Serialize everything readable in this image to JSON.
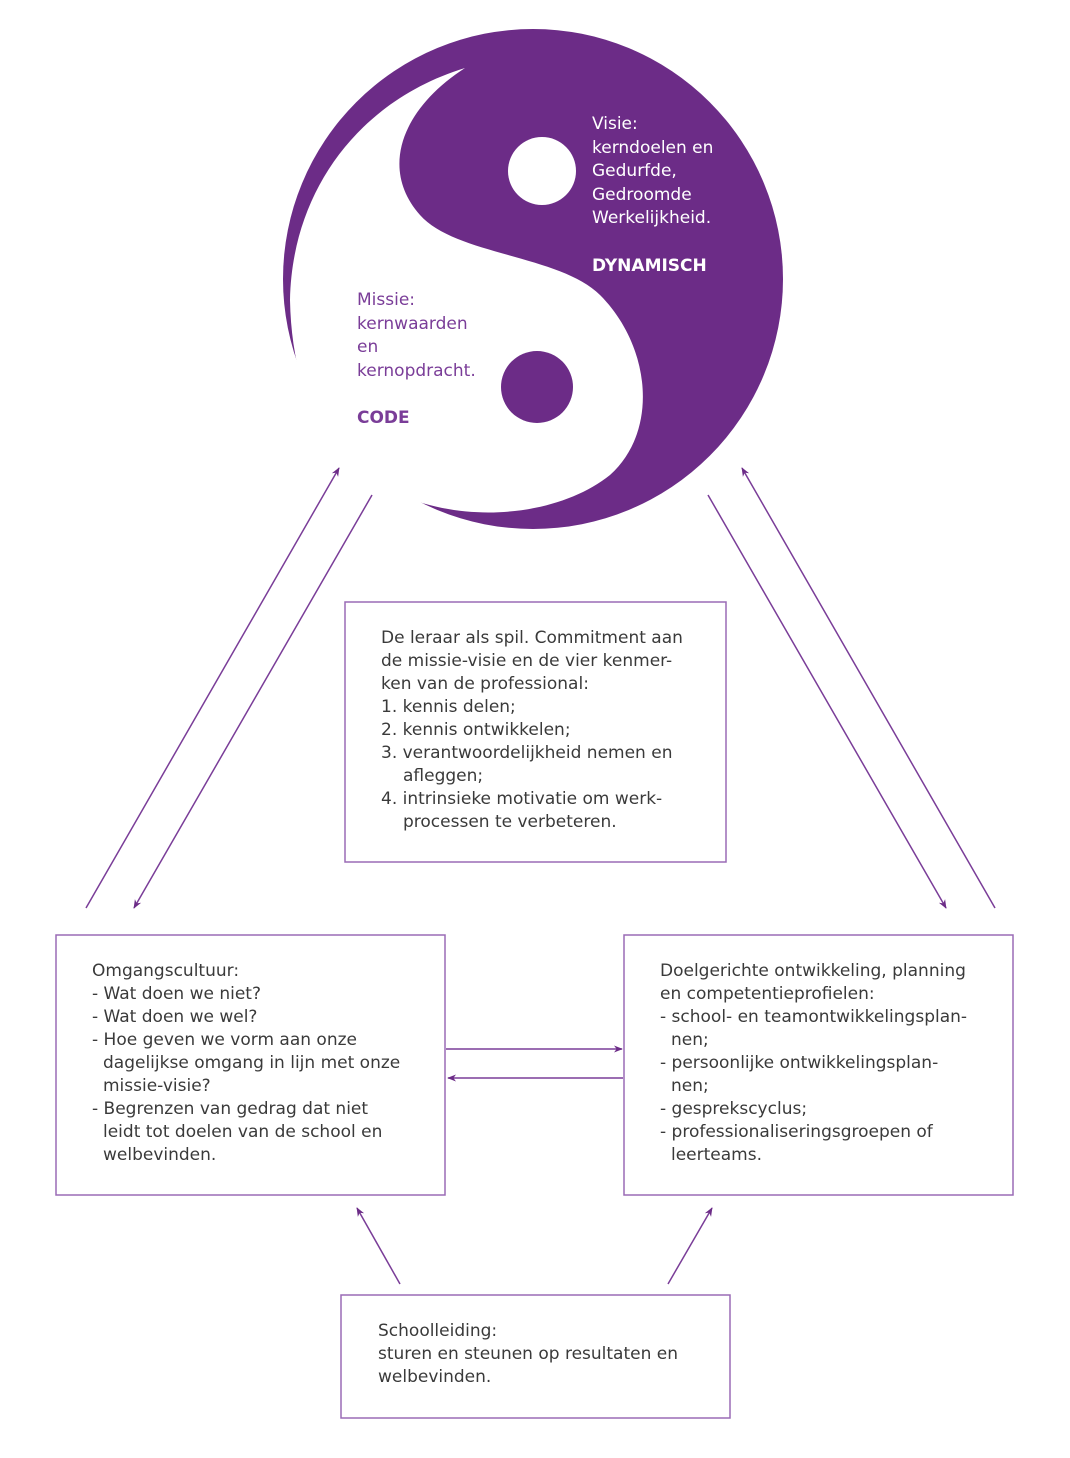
{
  "colors": {
    "accent": "#6c2c87",
    "box_border": "#9a6bb5",
    "text": "#3a3a3a"
  },
  "yin_yang": {
    "visie": {
      "lines": [
        "Visie:",
        "kerndoelen en",
        "Gedurfde,",
        "Gedroomde",
        "Werkelijkheid."
      ],
      "tag": "DYNAMISCH"
    },
    "missie": {
      "lines": [
        "Missie:",
        "kernwaarden",
        "en",
        "kernopdracht."
      ],
      "tag": "CODE"
    }
  },
  "boxes": {
    "leraar": {
      "lines": [
        "De leraar als spil. Commitment aan",
        "de missie-visie en de vier kenmer-",
        "ken van de professional:",
        "1. kennis delen;",
        "2. kennis ontwikkelen;",
        "3. verantwoordelijkheid nemen en",
        "afleggen;",
        "4. intrinsieke motivatie om werk-",
        "processen te verbeteren."
      ]
    },
    "omgangscultuur": {
      "lines": [
        "Omgangscultuur:",
        "- Wat doen we niet?",
        "- Wat doen we wel?",
        "- Hoe geven we vorm aan onze",
        "dagelijkse omgang in lijn met onze",
        "missie-visie?",
        "- Begrenzen van gedrag dat niet",
        "leidt tot doelen van de school en",
        "welbevinden."
      ]
    },
    "doelgericht": {
      "lines": [
        "Doelgerichte ontwikkeling, planning",
        "en competentieprofielen:",
        "- school- en teamontwikkelingsplan-",
        "nen;",
        "- persoonlijke ontwikkelingsplan-",
        "nen;",
        "- gesprekscyclus;",
        "- professionaliseringsgroepen of",
        "leerteams."
      ]
    },
    "schoolleiding": {
      "lines": [
        "Schoolleiding:",
        "sturen en steunen op resultaten en",
        "welbevinden."
      ]
    }
  }
}
